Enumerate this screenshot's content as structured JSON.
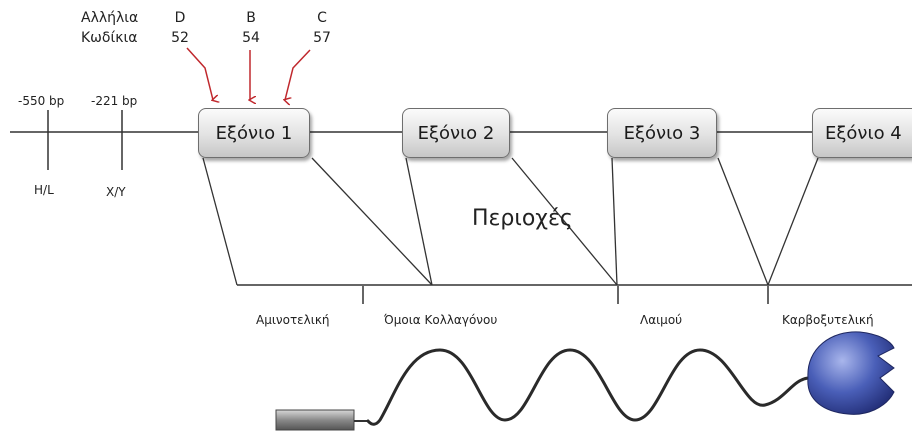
{
  "alleles": {
    "header_line1": "Αλλήλια",
    "header_line2": "Κωδίκια",
    "items": [
      {
        "letter": "D",
        "codon": "52"
      },
      {
        "letter": "B",
        "codon": "54"
      },
      {
        "letter": "C",
        "codon": "57"
      }
    ]
  },
  "promoter": {
    "positions": [
      "-550 bp",
      "-221 bp"
    ],
    "variants": [
      "H/L",
      "X/Y"
    ]
  },
  "exons": [
    "Εξόνιο 1",
    "Εξόνιο 2",
    "Εξόνιο 3",
    "Εξόνιο 4"
  ],
  "regions": {
    "title": "Περιοχές",
    "labels": [
      "Αμινοτελική",
      "Όμοια Κολλαγόνου",
      "Λαιμού",
      "Καρβοξυτελική"
    ]
  },
  "colors": {
    "arrow": "#c0282d",
    "line": "#333333",
    "crd_blue": "#3a4fa0"
  }
}
